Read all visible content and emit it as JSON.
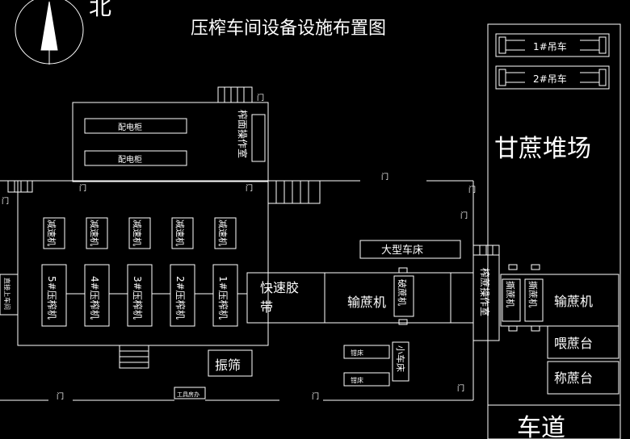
{
  "title": "压榨车间设备设施布置图",
  "north": "北",
  "labels": {
    "crane_1": "1#吊车",
    "crane_2": "2#吊车",
    "sugarcane_yard": "甘蔗堆场",
    "road": "车道",
    "feeding_table": "喂蔗台",
    "weighing_table": "称蔗台",
    "conveyor_right": "输蔗机",
    "conveyor_mid": "输蔗机",
    "fast_belt": "快速胶带",
    "large_lathe": "大型车床",
    "small_lathe": "小车床",
    "vibrating_screen": "振筛",
    "power_cabinet_1": "配电柜",
    "power_cabinet_2": "配电柜",
    "mill_panel": "榨面操作室",
    "mill_room": "榨蔗操作室",
    "left_side": "直接上车间",
    "bottom_small": "工具房办",
    "bench_1": "钳床",
    "bench_2": "钳床",
    "door": "门"
  },
  "reducers": [
    "减速机",
    "减速机",
    "减速机",
    "减速机",
    "减速机"
  ],
  "mills": [
    "5#压榨机",
    "4#压榨机",
    "3#压榨机",
    "2#压榨机",
    "1#压榨机"
  ],
  "cutters": [
    "撕蔗机",
    "撕蔗机",
    "破蔗机"
  ]
}
